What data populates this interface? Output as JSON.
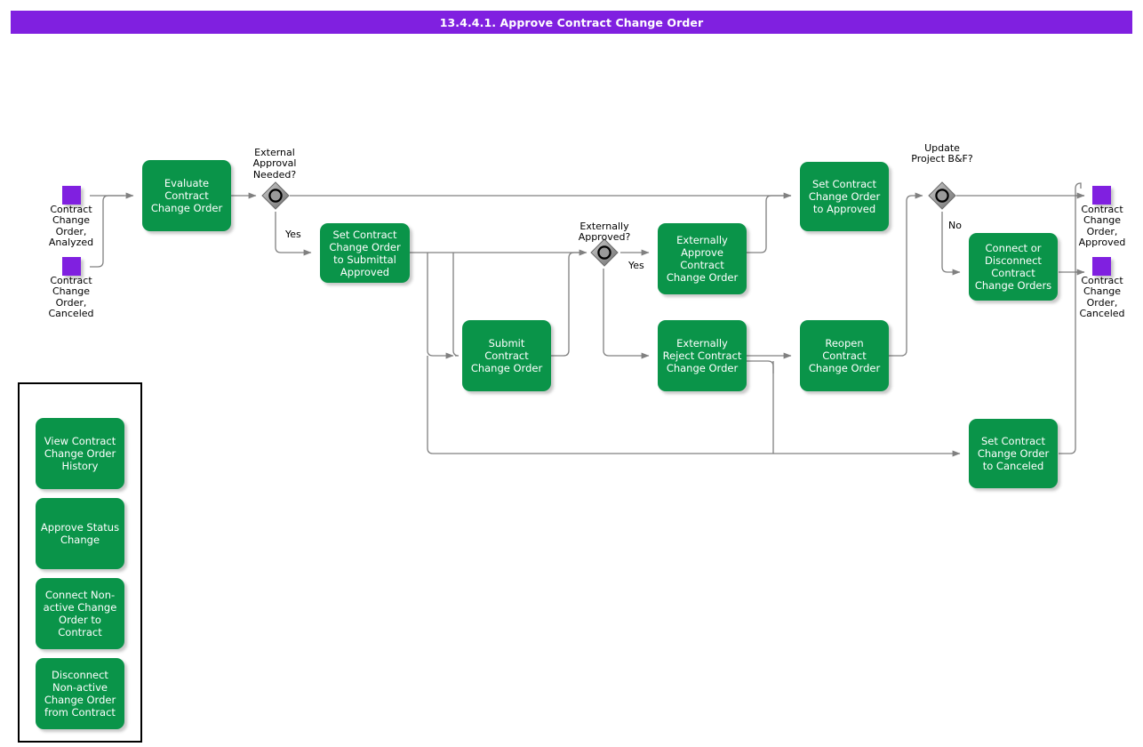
{
  "title": "13.4.4.1. Approve Contract Change Order",
  "colors": {
    "accent_purple": "#8020e0",
    "task_green": "#0a9449",
    "connector_gray": "#808080",
    "gateway_gray": "#9a9a9a",
    "text_white": "#ffffff",
    "text_black": "#000000"
  },
  "terminators": {
    "start_analyzed": "Contract\nChange\nOrder,\nAnalyzed",
    "start_analyzed_lines": [
      "Contract",
      "Change",
      "Order,",
      "Analyzed"
    ],
    "start_canceled_lines": [
      "Contract",
      "Change",
      "Order,",
      "Canceled"
    ],
    "end_approved_lines": [
      "Contract",
      "Change",
      "Order,",
      "Approved"
    ],
    "end_canceled_lines": [
      "Contract",
      "Change",
      "Order,",
      "Canceled"
    ]
  },
  "tasks": {
    "evaluate": "Evaluate Contract Change Order",
    "set_submittal_approved": "Set Contract Change Order to Submittal Approved",
    "submit": "Submit Contract Change Order",
    "externally_approve": "Externally Approve Contract Change Order",
    "externally_reject": "Externally Reject Contract Change Order",
    "set_approved": "Set Contract Change Order to Approved",
    "reopen": "Reopen Contract Change Order",
    "connect_disconnect": "Connect or Disconnect Contract Change Orders",
    "set_canceled": "Set Contract Change Order to Canceled"
  },
  "gateways": {
    "external_approval_needed": "External Approval Needed?",
    "externally_approved": "Externally Approved?",
    "update_project_bf": "Update Project B&F?"
  },
  "edge_labels": {
    "yes_external": "Yes",
    "yes_externally_approved": "Yes",
    "no_update_bf": "No"
  },
  "legend": {
    "items": [
      "View Contract Change Order History",
      "Approve Status Change",
      "Connect Non-active Change Order to Contract",
      "Disconnect Non-active Change Order from Contract"
    ]
  }
}
